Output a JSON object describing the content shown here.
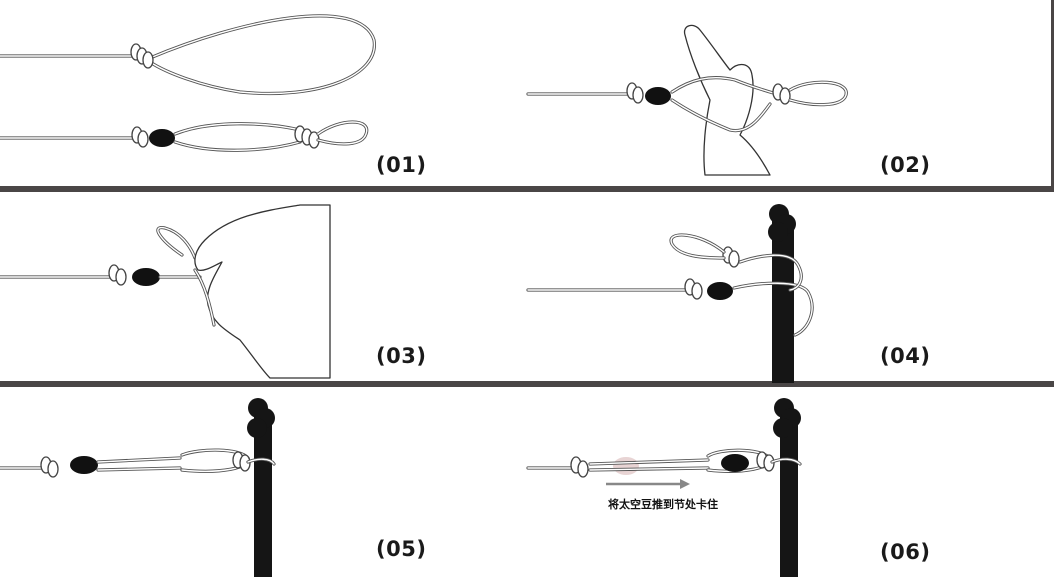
{
  "steps": [
    {
      "label": "(01)"
    },
    {
      "label": "(02)"
    },
    {
      "label": "(03)"
    },
    {
      "label": "(04)"
    },
    {
      "label": "(05)"
    },
    {
      "label": "(06)",
      "caption": "将太空豆推到节处卡住"
    }
  ],
  "colors": {
    "line": "#6a6a6a",
    "bean": "#111111",
    "rod": "#151515",
    "divider": "#4a4646",
    "arrow": "#888888"
  }
}
